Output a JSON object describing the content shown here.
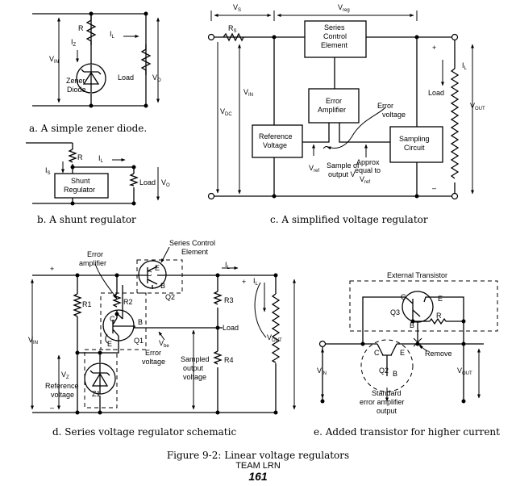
{
  "figure": {
    "caption": "Figure 9-2: Linear voltage regulators",
    "watermark": "TEAM LRN",
    "page_number": "161"
  },
  "panel_a": {
    "caption": "a. A simple zener diode.",
    "r": "R",
    "iz": "I",
    "iz_sub": "Z",
    "il": "I",
    "il_sub": "L",
    "vin": "V",
    "vin_sub": "IN",
    "zener_line1": "Zener",
    "zener_line2": "Diode",
    "load": "Load",
    "vo": "V",
    "vo_sub": "O"
  },
  "panel_b": {
    "caption": "b. A shunt regulator",
    "r": "R",
    "il": "I",
    "il_sub": "L",
    "is": "I",
    "is_sub": "S",
    "block_line1": "Shunt",
    "block_line2": "Regulator",
    "load": "Load",
    "vo": "V",
    "vo_sub": "O"
  },
  "panel_c": {
    "caption": "c. A simplified voltage regulator",
    "vs": "V",
    "vs_sub": "S",
    "vreg": "V",
    "vreg_sub": "reg",
    "rs": "R",
    "rs_sub": "S",
    "series_line1": "Series",
    "series_line2": "Control",
    "series_line3": "Element",
    "vin": "V",
    "vin_sub": "IN",
    "vdc": "V",
    "vdc_sub": "DC",
    "erramp_line1": "Error",
    "erramp_line2": "Amplifier",
    "errvolt_line1": "Error",
    "errvolt_line2": "voltage",
    "ref_line1": "Reference",
    "ref_line2": "Voltage",
    "samp_line1": "Sampling",
    "samp_line2": "Circuit",
    "vref": "V",
    "vref_sub": "ref",
    "sample_line1": "Sample of",
    "sample_line2": "output V",
    "approx_line1": "Approx",
    "approx_line2": "equal to",
    "approx_line3": "V",
    "approx_sub": "ref",
    "plus": "+",
    "minus": "–",
    "il": "I",
    "il_sub": "L",
    "load": "Load",
    "vout": "V",
    "vout_sub": "OUT"
  },
  "panel_d": {
    "caption": "d. Series voltage regulator schematic",
    "series_line1": "Series Control",
    "series_line2": "Element",
    "erramp_line1": "Error",
    "erramp_line2": "amplifier",
    "plus": "+",
    "minus": "–",
    "q2": "Q2",
    "q1": "Q1",
    "r1": "R1",
    "r2": "R2",
    "r3": "R3",
    "r4": "R4",
    "z1": "Z1",
    "c_top": "C",
    "b_top": "B",
    "e_top": "E",
    "c_q1": "C",
    "b_q1": "B",
    "e_q1": "E",
    "vin": "V",
    "vin_sub": "IN",
    "vz": "V",
    "vz_sub": "Z",
    "ref_line1": "Reference",
    "ref_line2": "voltage",
    "vbe": "V",
    "vbe_sub": "be",
    "errv_line1": "Error",
    "errv_line2": "voltage",
    "sampled_line1": "Sampled",
    "sampled_line2": "output",
    "sampled_line3": "voltage",
    "load": "Load",
    "il": "I",
    "il_sub": "L",
    "vout": "V",
    "vout_sub": "OUT"
  },
  "panel_e": {
    "caption": "e. Added transistor for higher current",
    "external": "External Transistor",
    "q3": "Q3",
    "q2": "Q2",
    "r": "R",
    "c": "C",
    "b": "B",
    "e": "E",
    "c2": "C",
    "e2": "E",
    "b2": "B",
    "remove": "Remove",
    "vin": "V",
    "vin_sub": "IN",
    "vout": "V",
    "vout_sub": "OUT",
    "std_line1": "Standard",
    "std_line2": "error amplifier",
    "std_line3": "output"
  }
}
